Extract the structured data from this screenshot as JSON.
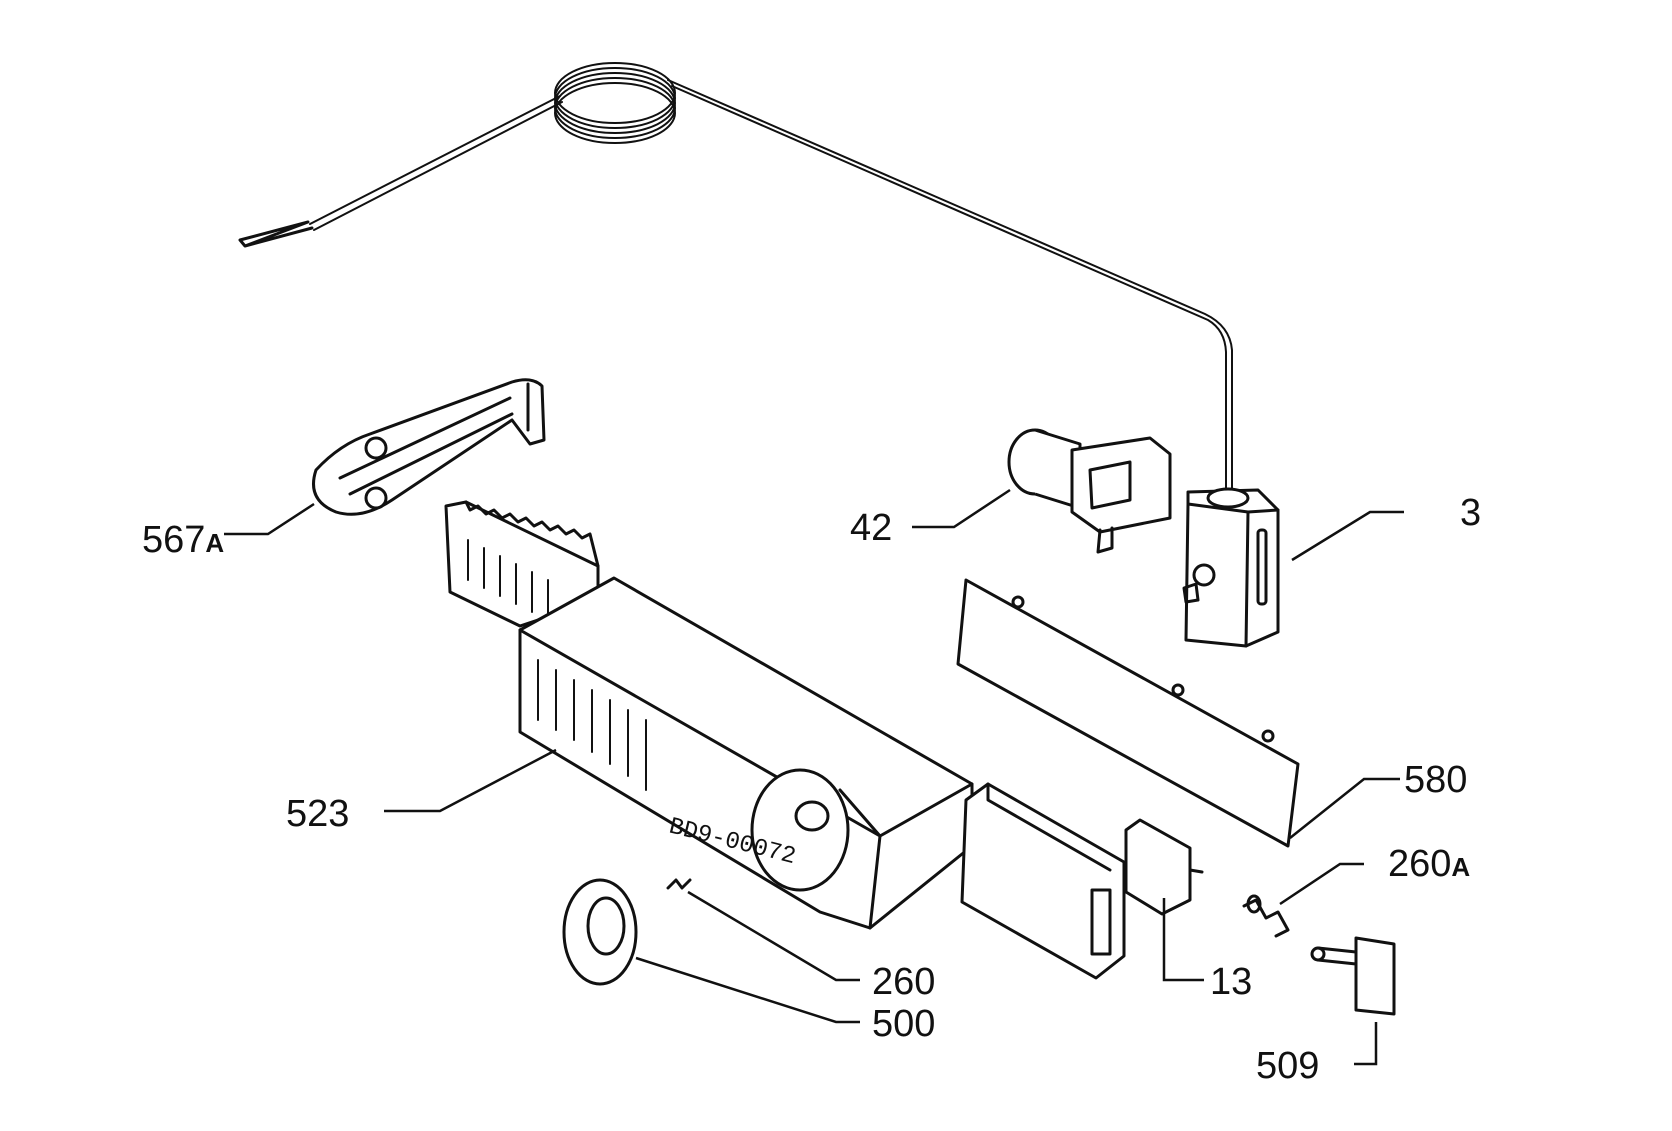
{
  "parts": [
    {
      "id": "567a",
      "number": "567",
      "suffix": "A"
    },
    {
      "id": "42",
      "number": "42",
      "suffix": ""
    },
    {
      "id": "3",
      "number": "3",
      "suffix": ""
    },
    {
      "id": "523",
      "number": "523",
      "suffix": ""
    },
    {
      "id": "580",
      "number": "580",
      "suffix": ""
    },
    {
      "id": "260a",
      "number": "260",
      "suffix": "A"
    },
    {
      "id": "260",
      "number": "260",
      "suffix": ""
    },
    {
      "id": "500",
      "number": "500",
      "suffix": ""
    },
    {
      "id": "13",
      "number": "13",
      "suffix": ""
    },
    {
      "id": "509",
      "number": "509",
      "suffix": ""
    }
  ],
  "drawing_code": "BD9-00072"
}
